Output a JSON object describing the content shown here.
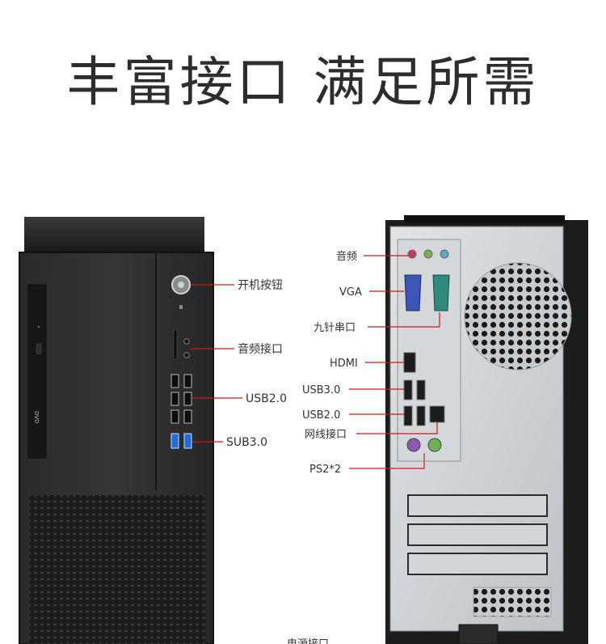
{
  "headline": "丰富接口 满足所需",
  "front_labels": {
    "power_button": "开机按钮",
    "audio_jack": "音频接口",
    "usb20": "USB2.0",
    "usb30": "SUB3.0"
  },
  "rear_labels": {
    "audio": "音频",
    "vga": "VGA",
    "serial": "九针串口",
    "hdmi": "HDMI",
    "usb30": "USB3.0",
    "usb20": "USB2.0",
    "ethernet": "网线接口",
    "ps2": "PS2*2",
    "power": "电源接口"
  },
  "colors": {
    "label_line_red": "#d01818",
    "case_dark": "#1f1f1f",
    "panel_silver": "#cfd2d5",
    "usb3_blue": "#1d6fd8"
  }
}
